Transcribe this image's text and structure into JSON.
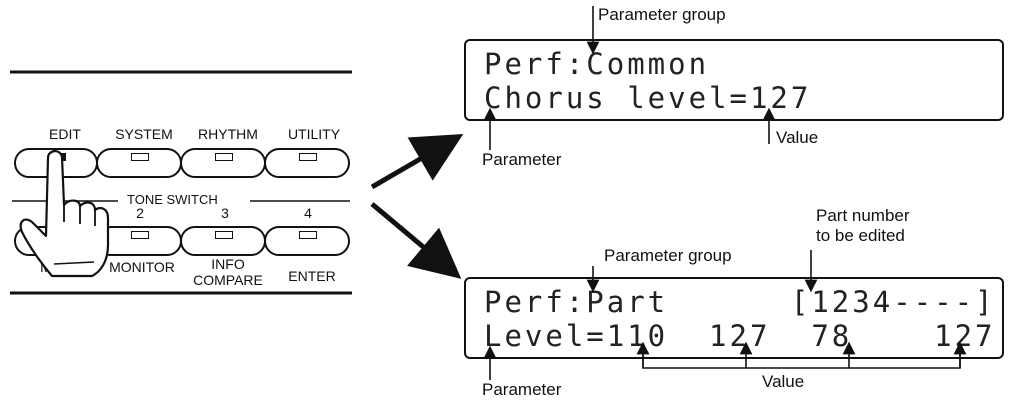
{
  "panel": {
    "top_buttons": [
      "EDIT",
      "SYSTEM",
      "RHYTHM",
      "UTILITY"
    ],
    "tone_switch_label": "TONE SWITCH",
    "tone_numbers": [
      "2",
      "3",
      "4"
    ],
    "bottom_labels": {
      "mute": "MUTE",
      "monitor": "MONITOR",
      "info": "INFO",
      "compare": "COMPARE",
      "enter": "ENTER"
    },
    "lit_led": "EDIT"
  },
  "display_top": {
    "line1": "Perf:Common",
    "line2": "Chorus level=127",
    "label_group": "Parameter group",
    "label_parameter": "Parameter",
    "label_value": "Value"
  },
  "display_bottom": {
    "line1": "Perf:Part      [1234----]",
    "line2": "Level=110  127  78    127",
    "label_group": "Parameter group",
    "label_part_line1": "Part number",
    "label_part_line2": "to be edited",
    "label_parameter": "Parameter",
    "label_value": "Value"
  }
}
